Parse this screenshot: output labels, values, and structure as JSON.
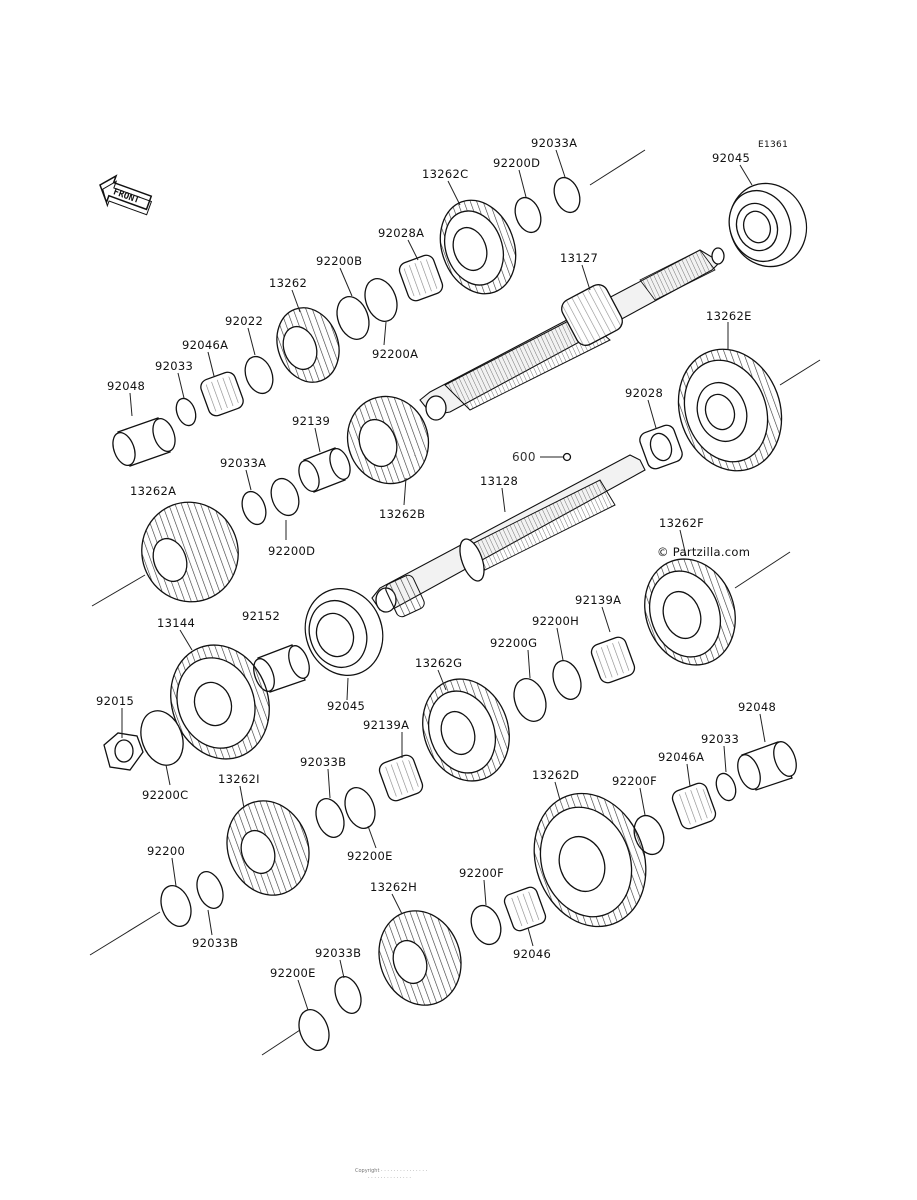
{
  "diagram": {
    "ref_code": "E1361",
    "front_label": "FRONT",
    "watermark": "© Partzilla.com",
    "footer_line1": "Copyright ·  ·  ·  ·  ·  ·  ·  ·  ·  ·  ·  ·  ·  ·  ·",
    "footer_line2": "·  ·  ·  ·  ·  ·  ·  ·  ·  ·  ·  ·  ·  ·",
    "oil_label": "600"
  },
  "parts": [
    {
      "id": "p1",
      "label": "92033A"
    },
    {
      "id": "p2",
      "label": "92200D"
    },
    {
      "id": "p3",
      "label": "13262C"
    },
    {
      "id": "p4",
      "label": "92045"
    },
    {
      "id": "p5",
      "label": "92028A"
    },
    {
      "id": "p6",
      "label": "92200B"
    },
    {
      "id": "p7",
      "label": "13127"
    },
    {
      "id": "p8",
      "label": "13262"
    },
    {
      "id": "p9",
      "label": "92022"
    },
    {
      "id": "p10",
      "label": "92200A"
    },
    {
      "id": "p11",
      "label": "13262E"
    },
    {
      "id": "p12",
      "label": "92046A"
    },
    {
      "id": "p13",
      "label": "92033"
    },
    {
      "id": "p14",
      "label": "92048"
    },
    {
      "id": "p15",
      "label": "92028"
    },
    {
      "id": "p16",
      "label": "92139"
    },
    {
      "id": "p17",
      "label": "92033A"
    },
    {
      "id": "p18",
      "label": "13128"
    },
    {
      "id": "p19",
      "label": "13262A"
    },
    {
      "id": "p20",
      "label": "13262B"
    },
    {
      "id": "p21",
      "label": "92200D"
    },
    {
      "id": "p22",
      "label": "13262F"
    },
    {
      "id": "p23",
      "label": "92152"
    },
    {
      "id": "p24",
      "label": "13144"
    },
    {
      "id": "p25",
      "label": "92139A"
    },
    {
      "id": "p26",
      "label": "92200H"
    },
    {
      "id": "p27",
      "label": "92200G"
    },
    {
      "id": "p28",
      "label": "13262G"
    },
    {
      "id": "p29",
      "label": "92015"
    },
    {
      "id": "p30",
      "label": "92045"
    },
    {
      "id": "p31",
      "label": "92139A"
    },
    {
      "id": "p32",
      "label": "92048"
    },
    {
      "id": "p33",
      "label": "92033"
    },
    {
      "id": "p34",
      "label": "92046A"
    },
    {
      "id": "p35",
      "label": "92200C"
    },
    {
      "id": "p36",
      "label": "13262I"
    },
    {
      "id": "p37",
      "label": "92033B"
    },
    {
      "id": "p38",
      "label": "13262D"
    },
    {
      "id": "p39",
      "label": "92200F"
    },
    {
      "id": "p40",
      "label": "92200E"
    },
    {
      "id": "p41",
      "label": "92200"
    },
    {
      "id": "p42",
      "label": "92200F"
    },
    {
      "id": "p43",
      "label": "13262H"
    },
    {
      "id": "p44",
      "label": "92033B"
    },
    {
      "id": "p45",
      "label": "92033B"
    },
    {
      "id": "p46",
      "label": "92046"
    },
    {
      "id": "p47",
      "label": "92200E"
    }
  ]
}
